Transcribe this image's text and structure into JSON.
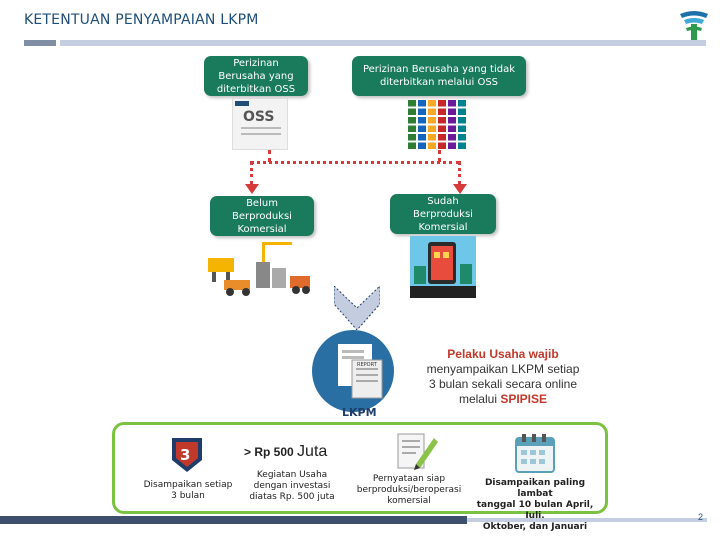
{
  "header": {
    "title": "KETENTUAN  PENYAMPAIAN LKPM",
    "logo": "bkpm-logo-icon"
  },
  "boxes": {
    "oss": "Perizinan Berusaha yang diterbitkan OSS",
    "non_oss": "Perizinan Berusaha yang tidak diterbitkan melalui OSS",
    "belum": "Belum Berproduksi Komersial",
    "sudah": "Sudah Berproduksi Komersial"
  },
  "oss_card": {
    "logo_text": "OSS"
  },
  "lkpm": {
    "label": "LKPM",
    "report_text": "REPORT"
  },
  "info": {
    "title": "Pelaku Usaha wajib",
    "line1": "menyampaikan LKPM setiap",
    "line2": "3 bulan sekali secara online",
    "line3": "melalui",
    "highlight": "SPIPISE"
  },
  "panel": {
    "shield_number": "3",
    "cap1": [
      "Disampaikan setiap",
      "3 bulan"
    ],
    "rp_prefix": "> Rp 500",
    "rp_unit": "Juta",
    "cap2": [
      "Kegiatan Usaha",
      "dengan investasi",
      "diatas Rp. 500 juta"
    ],
    "cap3": [
      "Pernyataan siap",
      "berproduksi/beroperasi",
      "komersial"
    ],
    "cap4": [
      "Disampaikan paling lambat",
      "tanggal 10 bulan April, Juli,",
      "Oktober, dan Januari"
    ]
  },
  "footer": {
    "page": "2"
  },
  "colors": {
    "box": "#1a7a5c",
    "arrow": "#d63a3a",
    "panel_border": "#7cc242",
    "highlight": "#c0392b"
  }
}
